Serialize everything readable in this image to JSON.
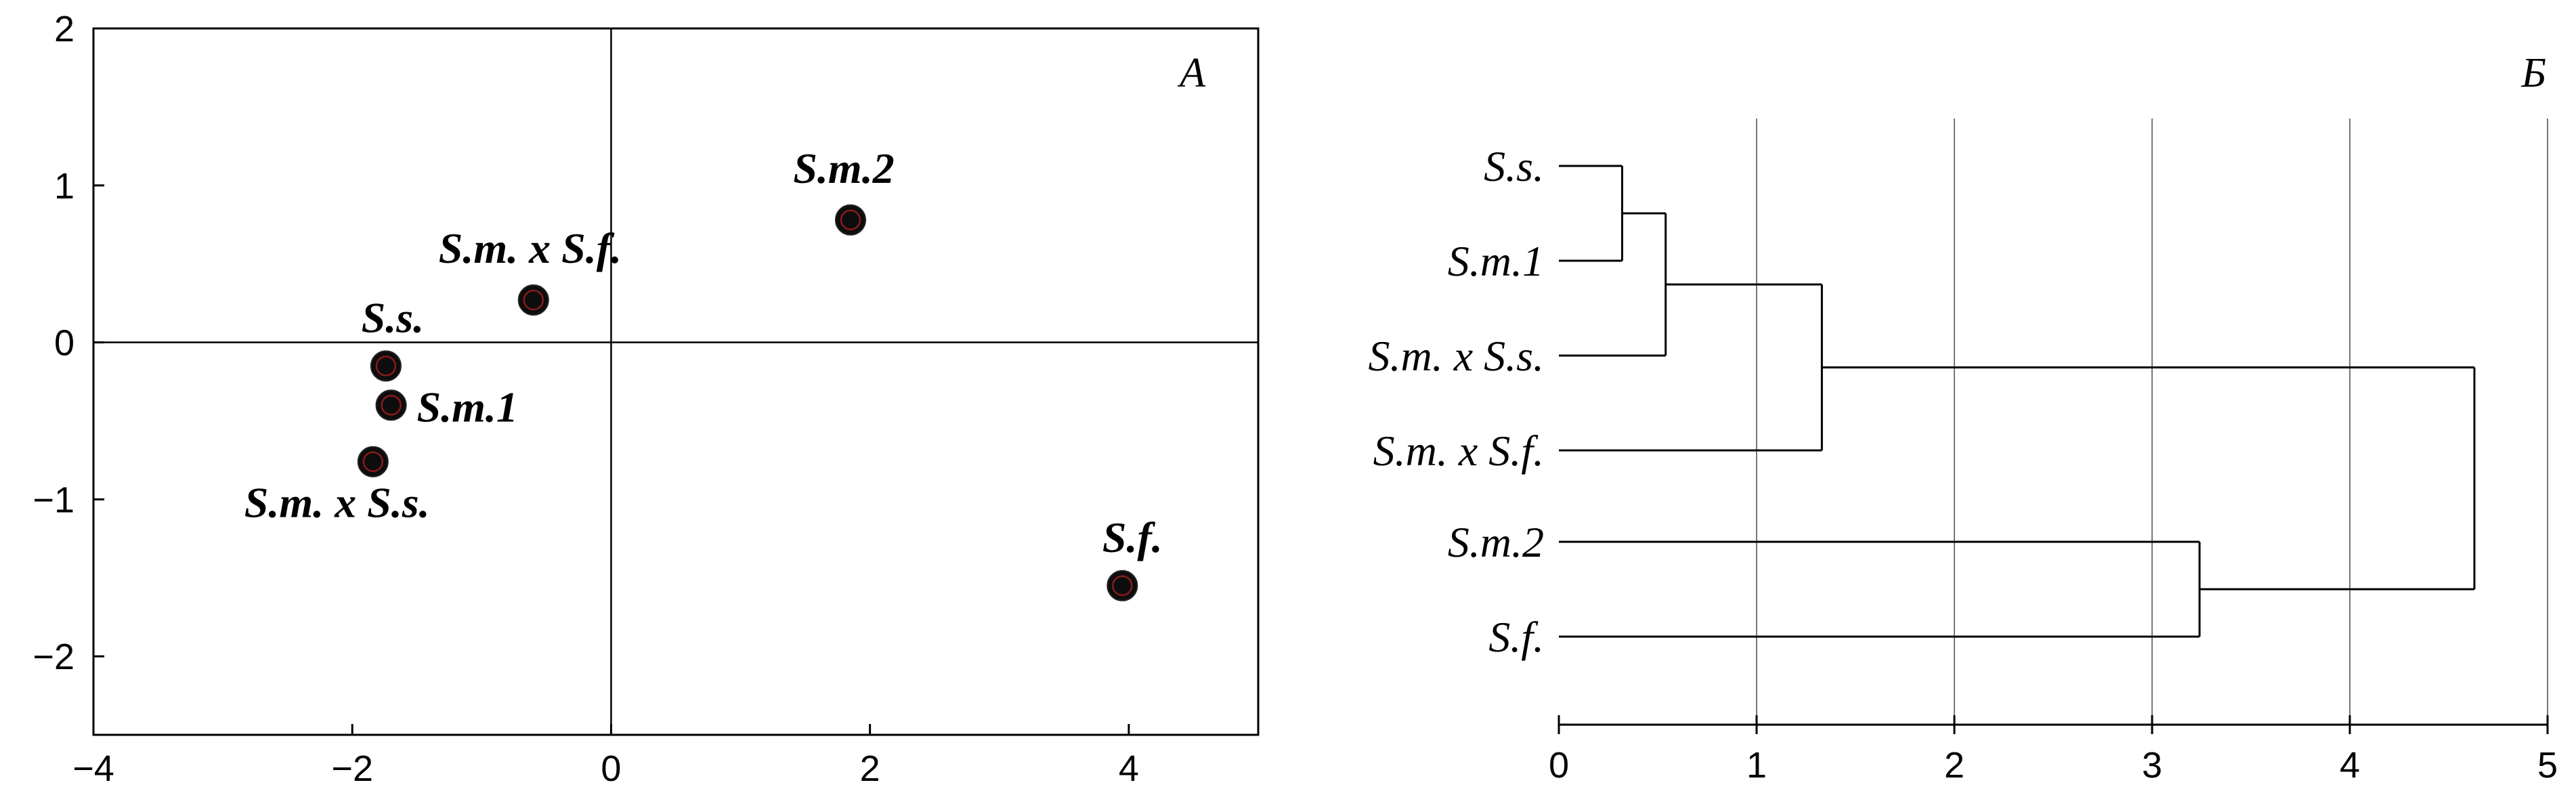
{
  "chart_data": [
    {
      "type": "scatter",
      "panel_label": "A",
      "xlim": [
        -4,
        5
      ],
      "ylim": [
        -2.5,
        2
      ],
      "xticks": [
        -4,
        -2,
        0,
        2,
        4
      ],
      "yticks": [
        2,
        1,
        0,
        -1,
        -2
      ],
      "grid": false,
      "reference_lines": {
        "x": 0,
        "y": 0
      },
      "points": [
        {
          "label": "S.m.2",
          "x": 1.85,
          "y": 0.78
        },
        {
          "label": "S.m. x S.f.",
          "x": -0.6,
          "y": 0.27
        },
        {
          "label": "S.s.",
          "x": -1.74,
          "y": -0.15
        },
        {
          "label": "S.m.1",
          "x": -1.7,
          "y": -0.4
        },
        {
          "label": "S.m. x S.s.",
          "x": -1.84,
          "y": -0.76
        },
        {
          "label": "S.f.",
          "x": 3.95,
          "y": -1.55
        }
      ]
    },
    {
      "type": "dendrogram",
      "panel_label": "Б",
      "xlim": [
        0,
        5
      ],
      "xticks": [
        0,
        1,
        2,
        3,
        4,
        5
      ],
      "grid": true,
      "leaves": [
        "S.s.",
        "S.m.1",
        "S.m. x S.s.",
        "S.m. x S.f.",
        "S.m.2",
        "S.f."
      ],
      "merges": [
        {
          "left": "S.s.",
          "right": "S.m.1",
          "height": 0.32
        },
        {
          "left": "S.s. + S.m.1",
          "right": "S.m. x S.s.",
          "height": 0.54
        },
        {
          "left": "S.s. + S.m.1 + S.m. x S.s.",
          "right": "S.m. x S.f.",
          "height": 1.33
        },
        {
          "left": "S.m.2",
          "right": "S.f.",
          "height": 3.24
        },
        {
          "left": "S.s. + S.m.1 + S.m. x S.s. + S.m. x S.f.",
          "right": "S.m.2 + S.f.",
          "height": 4.63
        }
      ]
    }
  ]
}
